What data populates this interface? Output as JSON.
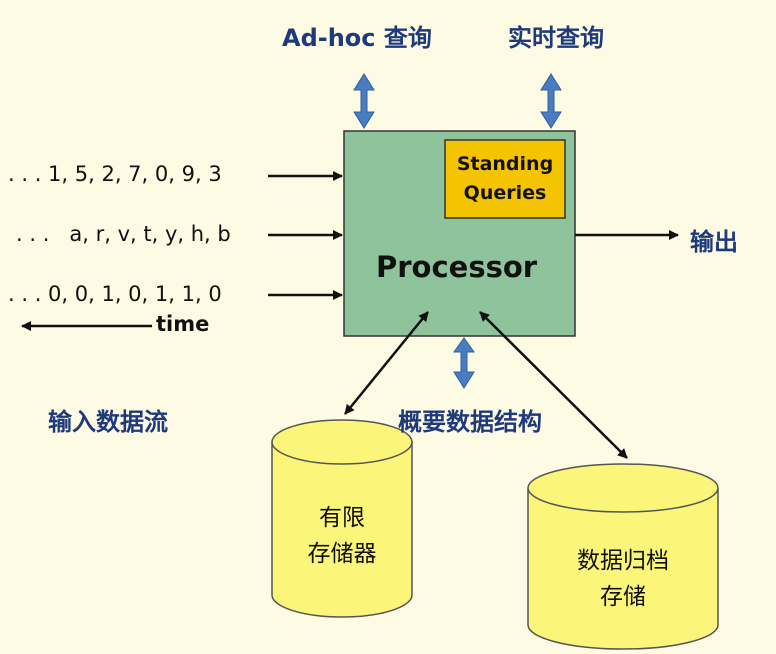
{
  "query": {
    "adhoc": "Ad-hoc 查询",
    "realtime": "实时查询"
  },
  "streams": {
    "s1": ". . . 1, 5, 2, 7, 0, 9, 3",
    "s2": ". . .   a, r, v, t, y, h, b",
    "s3": ". . . 0, 0, 1, 0, 1, 1, 0",
    "time": "time"
  },
  "processor": {
    "title": "Processor",
    "standing_line1": "Standing",
    "standing_line2": "Queries"
  },
  "output": "输出",
  "input_label": "输入数据流",
  "summary_label": "概要数据结构",
  "storage": {
    "limited_line1": "有限",
    "limited_line2": "存储器",
    "archive_line1": "数据归档",
    "archive_line2": "存储"
  },
  "colors": {
    "background": "#fdfbe4",
    "processor_fill": "#8fc39c",
    "standing_fill": "#f5c400",
    "cylinder_fill": "#fbf57a",
    "blue_arrow": "#4a7cc1",
    "label_blue": "#1f3a7a"
  }
}
